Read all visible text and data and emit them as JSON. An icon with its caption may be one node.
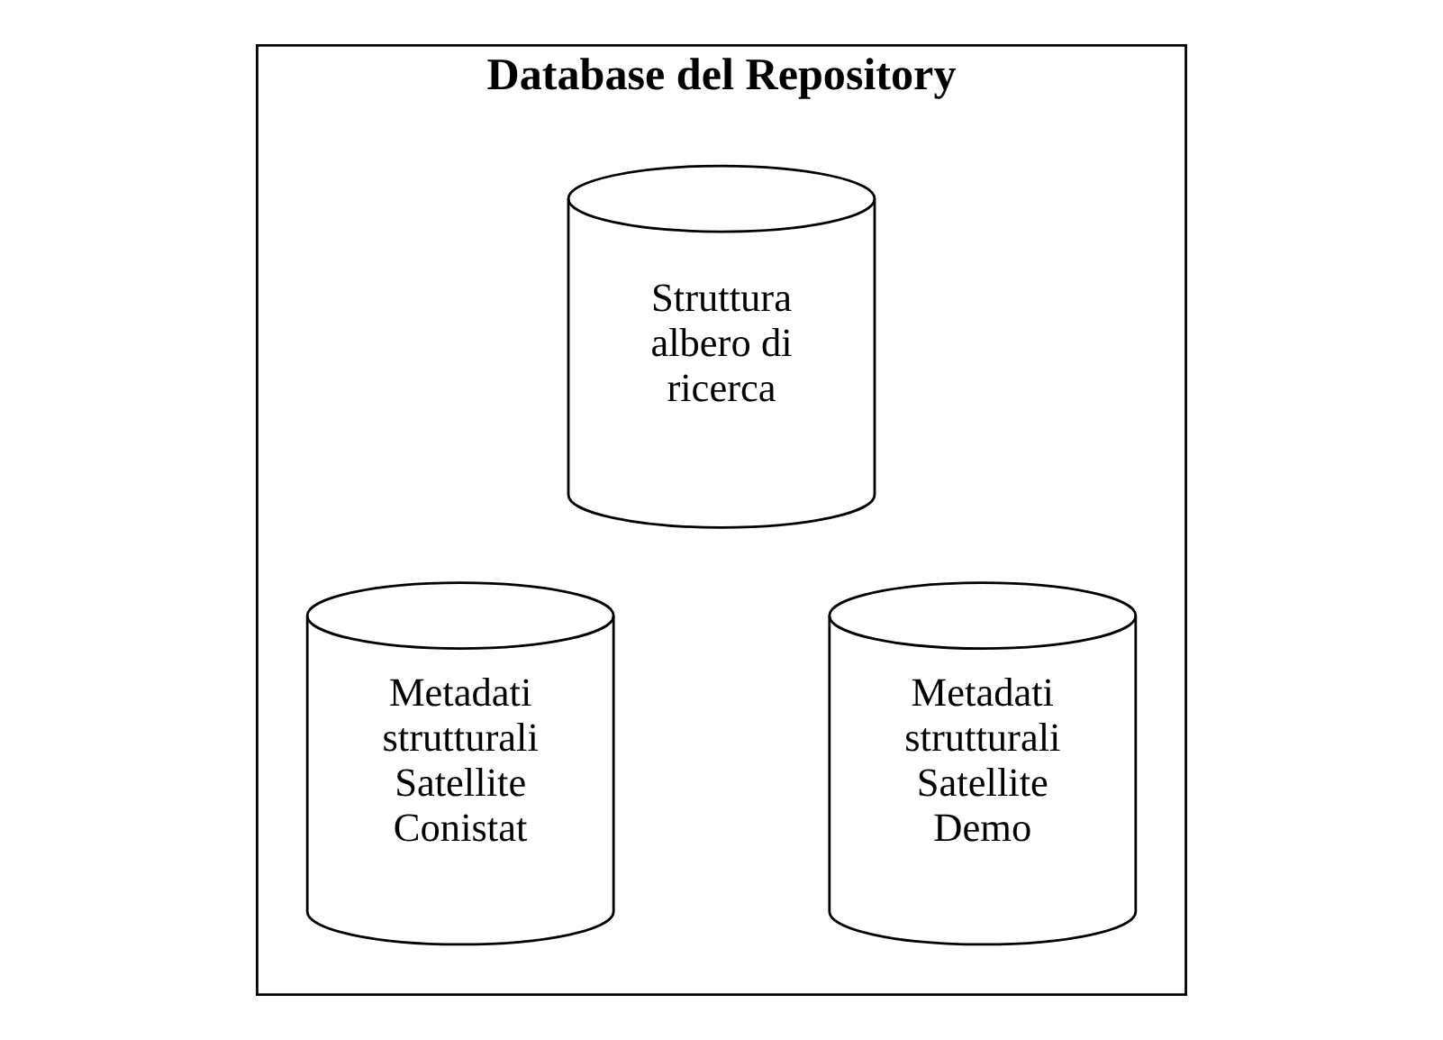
{
  "diagram": {
    "nodes": [
      {
        "text": [
          "Database del Repository"
        ]
      },
      {
        "text": [
          "Struttura albero di ricerca"
        ],
        "in": 0
      },
      {
        "text": [
          "Metadati strutturali Satellite Conistat"
        ],
        "in": 0
      },
      {
        "text": [
          "Metadati strutturali Satellite Demo"
        ],
        "in": 0
      }
    ]
  }
}
